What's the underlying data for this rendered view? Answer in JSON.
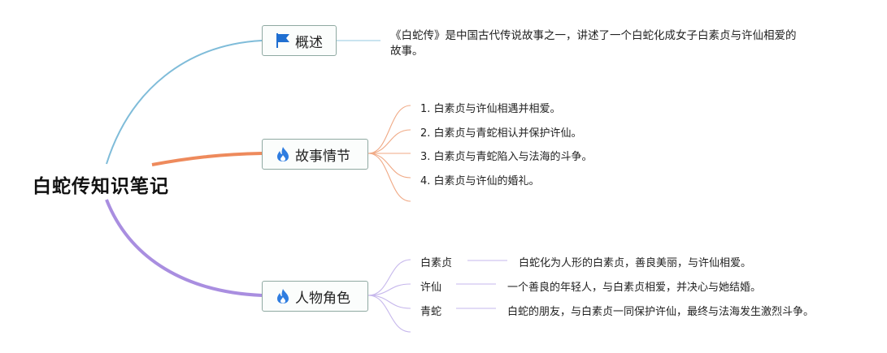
{
  "root": {
    "title": "白蛇传知识笔记"
  },
  "branches": {
    "overview": {
      "label": "概述",
      "icon": "flag-icon",
      "color": "#7fbcd9",
      "text": "《白蛇传》是中国古代传说故事之一，讲述了一个白蛇化成女子白素贞与许仙相爱的故事。"
    },
    "plot": {
      "label": "故事情节",
      "icon": "fire-icon",
      "color": "#ee8a5c",
      "items": [
        "1. 白素贞与许仙相遇并相爱。",
        "2. 白素贞与青蛇相认并保护许仙。",
        "3. 白素贞与青蛇陷入与法海的斗争。",
        "4. 白素贞与许仙的婚礼。"
      ]
    },
    "characters": {
      "label": "人物角色",
      "icon": "fire-icon",
      "color": "#a98ee0",
      "items": [
        {
          "name": "白素贞",
          "desc": "白蛇化为人形的白素贞，善良美丽，与许仙相爱。"
        },
        {
          "name": "许仙",
          "desc": "一个善良的年轻人，与白素贞相爱，并决心与她结婚。"
        },
        {
          "name": "青蛇",
          "desc": "白蛇的朋友，与白素贞一同保护许仙，最终与法海发生激烈斗争。"
        }
      ]
    }
  },
  "colors": {
    "flag": "#1f6fd1",
    "fire": "#2f7de0",
    "node_border": "#8fa9a2"
  }
}
